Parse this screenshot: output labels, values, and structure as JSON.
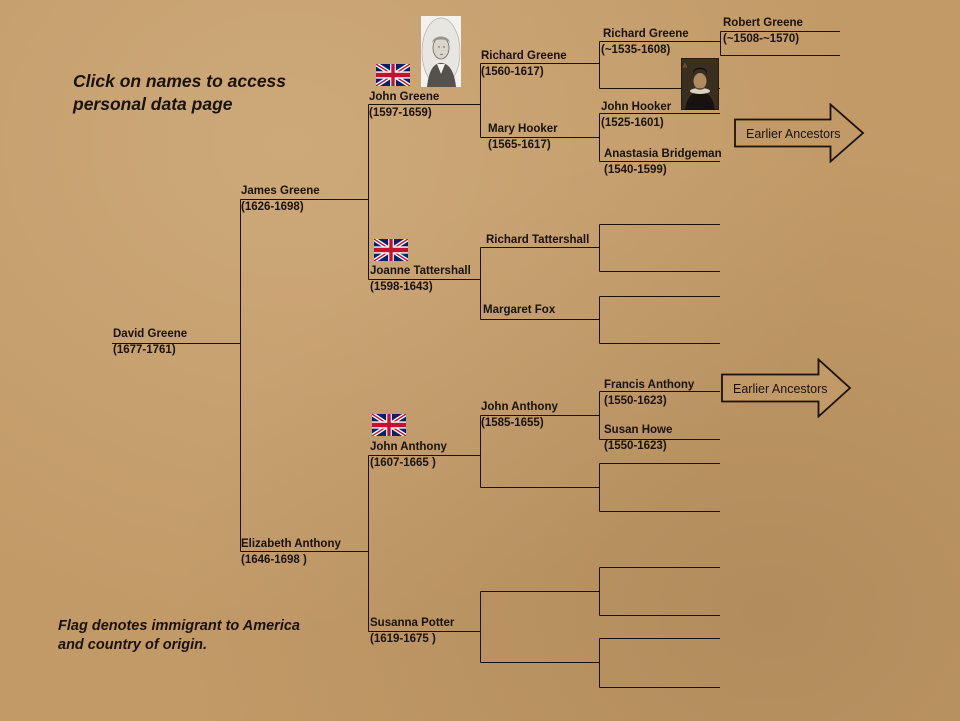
{
  "notes": {
    "click_line1": "Click on names to access",
    "click_line2": "personal data page",
    "flag_line1": "Flag denotes immigrant to America",
    "flag_line2": "and country of origin."
  },
  "people": {
    "david": {
      "name": "David Greene",
      "dates": "(1677-1761)"
    },
    "james": {
      "name": "James Greene",
      "dates": "(1626-1698)"
    },
    "elizabeth": {
      "name": "Elizabeth Anthony",
      "dates": "(1646-1698 )"
    },
    "john_greene": {
      "name": "John Greene",
      "dates": "(1597-1659)"
    },
    "joanne": {
      "name": "Joanne Tattershall",
      "dates": "(1598-1643)"
    },
    "john_anthony": {
      "name": "John Anthony",
      "dates": "(1607-1665 )"
    },
    "susanna": {
      "name": "Susanna Potter",
      "dates": "(1619-1675 )"
    },
    "richard_greene": {
      "name": "Richard Greene",
      "dates": "(1560-1617)"
    },
    "mary_hooker": {
      "name": "Mary Hooker",
      "dates": "(1565-1617)"
    },
    "richard_tatt": {
      "name": "Richard Tattershall",
      "dates": ""
    },
    "margaret_fox": {
      "name": "Margaret Fox",
      "dates": ""
    },
    "john_anthony_sr": {
      "name": "John Anthony",
      "dates": "(1585-1655)"
    },
    "richard_greene_sr": {
      "name": "Richard Greene",
      "dates": "(~1535-1608)"
    },
    "john_hooker": {
      "name": "John Hooker",
      "dates": "(1525-1601)"
    },
    "anastasia": {
      "name": "Anastasia Bridgeman",
      "dates": "(1540-1599)"
    },
    "francis_anthony": {
      "name": "Francis Anthony",
      "dates": "(1550-1623)"
    },
    "susan_howe": {
      "name": "Susan Howe",
      "dates": "(1550-1623)"
    },
    "robert_greene": {
      "name": "Robert Greene",
      "dates": "(~1508-~1570)"
    }
  },
  "arrows": {
    "upper_label": "Earlier Ancestors",
    "lower_label": "Earlier Ancestors"
  },
  "flags": {
    "country": "United Kingdom",
    "icon": "uk-flag-icon"
  },
  "colors": {
    "background": "#c29a68",
    "line": "#1a1208",
    "flag_blue": "#012169",
    "flag_red": "#c8102e"
  }
}
